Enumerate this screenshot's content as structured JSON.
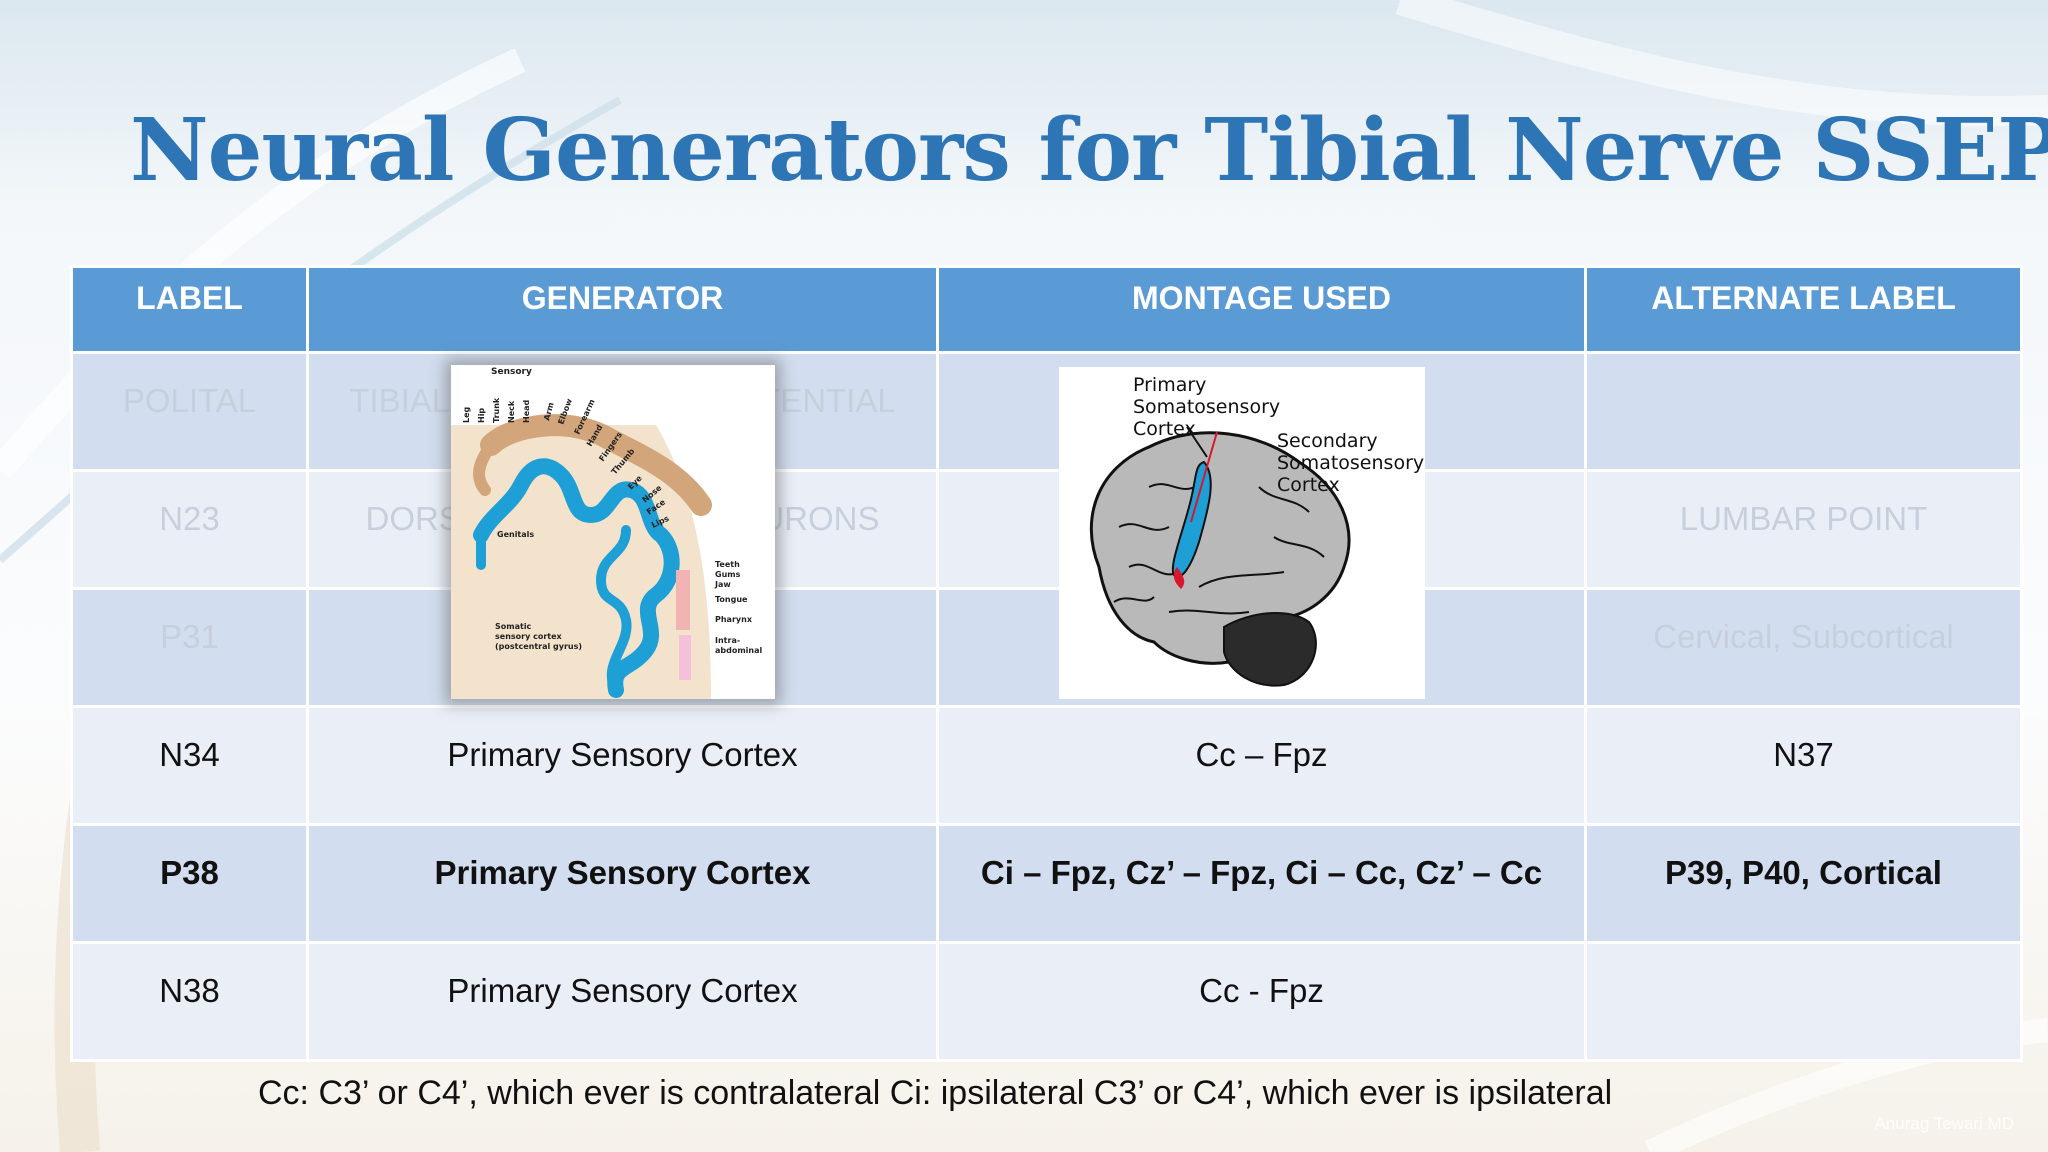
{
  "slide": {
    "title": "Neural Generators for Tibial Nerve SSEP",
    "footnote": "Cc: C3’ or C4’, which ever is contralateral Ci: ipsilateral C3’ or C4’, which ever is ipsilateral",
    "watermark": "Anurag Tewari MD"
  },
  "table": {
    "headers": [
      "LABEL",
      "GENERATOR",
      "MONTAGE USED",
      "ALTERNATE LABEL"
    ],
    "rows": [
      {
        "label": "POLITAL",
        "generator": "TIBIAL NERVE ACTION POTENTIAL",
        "montage": "",
        "alternate": ""
      },
      {
        "label": "N23",
        "generator": "DORSAL HORN INTERNEURONS",
        "montage": "",
        "alternate": "LUMBAR POINT"
      },
      {
        "label": "P31",
        "generator": "",
        "montage": "",
        "alternate": "Cervical, Subcortical"
      },
      {
        "label": "N34",
        "generator": "Primary Sensory Cortex",
        "montage": "Cc – Fpz",
        "alternate": "N37"
      },
      {
        "label": "P38",
        "generator": "Primary Sensory Cortex",
        "montage": "Ci – Fpz, Cz’ – Fpz, Ci – Cc, Cz’ – Cc",
        "alternate": "P39, P40, Cortical"
      },
      {
        "label": "N38",
        "generator": "Primary Sensory Cortex",
        "montage": "Cc - Fpz",
        "alternate": ""
      }
    ]
  },
  "homunculus": {
    "header": "Sensory",
    "body_parts": [
      "Leg",
      "Hip",
      "Trunk",
      "Neck",
      "Head",
      "Arm",
      "Elbow",
      "Forearm",
      "Hand",
      "Fingers",
      "Thumb",
      "Eye",
      "Nose",
      "Face",
      "Lips",
      "Teeth",
      "Gums",
      "Jaw",
      "Tongue",
      "Pharynx",
      "Intra-",
      "abdominal"
    ],
    "genitals": "Genitals",
    "cortex_label": [
      "Somatic",
      "sensory cortex",
      "(postcentral gyrus)"
    ]
  },
  "brain_diagram": {
    "primary": [
      "Primary",
      "Somatosensory",
      "Cortex"
    ],
    "secondary": [
      "Secondary",
      "Somatosensory",
      "Cortex"
    ]
  },
  "colors": {
    "title": "#2e75b6",
    "header_bg": "#5b9bd5",
    "row_odd": "#d2deef",
    "row_even": "#eaeff7",
    "cortex_blue": "#1e9fd6",
    "secondary_red": "#d9162a"
  }
}
